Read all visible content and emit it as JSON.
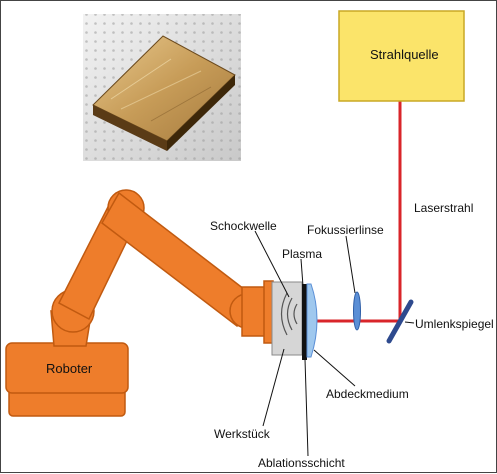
{
  "labels": {
    "source": "Strahlquelle",
    "beam": "Laserstrahl",
    "mirror": "Umlenkspiegel",
    "lens": "Fokussierlinse",
    "plasma": "Plasma",
    "shockwave": "Schockwelle",
    "robot": "Roboter",
    "workpiece": "Werkstück",
    "cover": "Abdeckmedium",
    "ablation": "Ablationsschicht"
  },
  "colors": {
    "robot": "#ee7d2b",
    "robot_outline": "#c15a10",
    "source_fill": "#fbe46a",
    "source_stroke": "#c9a825",
    "laser": "#d9252a",
    "mirror": "#2e4a8e",
    "lens": "#5b8fd6",
    "cover_layer": "#9fc8ee",
    "workpiece": "#d6d6d6",
    "ablation": "#111111"
  },
  "photo": {
    "subject": "sample-plate-photo"
  }
}
